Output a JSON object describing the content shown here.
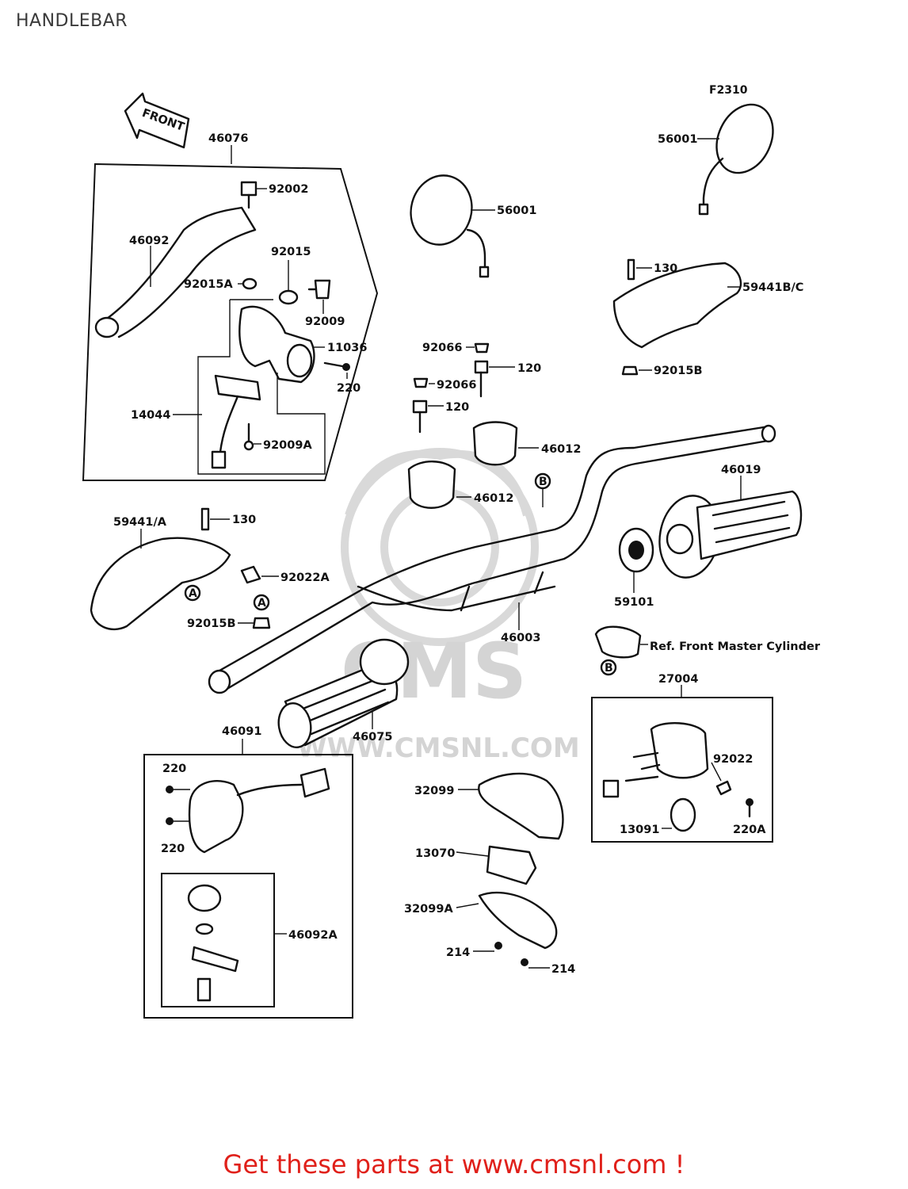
{
  "page": {
    "title": "HANDLEBAR",
    "figure_code": "F2310"
  },
  "front_arrow": "FRONT",
  "watermark": {
    "logo": "CMS",
    "url": "WWW.CMSNL.COM"
  },
  "part_labels": {
    "p46076": "46076",
    "p92002": "92002",
    "p46092": "46092",
    "p92015": "92015",
    "p92015A": "92015A",
    "p92009": "92009",
    "p11036": "11036",
    "p220a": "220",
    "p14044": "14044",
    "p92009A": "92009A",
    "p56001a": "56001",
    "p56001b": "56001",
    "p130a": "130",
    "p59441BC": "59441B/C",
    "p92015B_a": "92015B",
    "p92066a": "92066",
    "p120a": "120",
    "p92066b": "92066",
    "p120b": "120",
    "p46012a": "46012",
    "p46012b": "46012",
    "p46019": "46019",
    "p59441A": "59441/A",
    "p130b": "130",
    "p92022A": "92022A",
    "p92015B_b": "92015B",
    "p59101": "59101",
    "p46003": "46003",
    "ref_master_cyl": "Ref. Front Master Cylinder",
    "p27004": "27004",
    "p46075": "46075",
    "p46091": "46091",
    "p220b": "220",
    "p220c": "220",
    "p32099": "32099",
    "p92022": "92022",
    "p13091": "13091",
    "p220A": "220A",
    "p13070": "13070",
    "p32099A": "32099A",
    "p46092A": "46092A",
    "p214a": "214",
    "p214b": "214"
  },
  "callout_letters": {
    "A1": "A",
    "A2": "A",
    "B1": "B",
    "B2": "B"
  },
  "footer": {
    "cta": "Get these parts at www.cmsnl.com !",
    "color": "#e0201a"
  }
}
